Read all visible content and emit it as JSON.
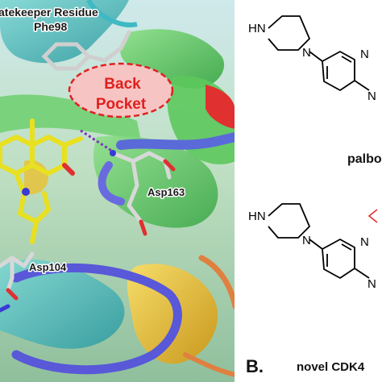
{
  "protein_panel": {
    "gatekeeper_label": "atekeeper Residue",
    "phe98_label": "Phe98",
    "back_pocket_label_line1": "Back",
    "back_pocket_label_line2": "Pocket",
    "asp163_label": "Asp163",
    "asp104_label": "Asp104",
    "colors": {
      "back_pocket_fill": "#f7c4c4",
      "back_pocket_border": "#e02020",
      "back_pocket_text": "#e0201c",
      "helix_green": "#5cc85c",
      "loop_blue": "#5a5ad8",
      "helix_cyan": "#3bb8b8",
      "helix_yellow": "#e8c23a",
      "helix_red": "#e03030",
      "ligand_yellow": "#e8e020"
    }
  },
  "chem_panel": {
    "molecule1": {
      "atoms": [
        "HN",
        "N",
        "N",
        "N"
      ]
    },
    "molecule2": {
      "atoms": [
        "HN",
        "N",
        "N",
        "N"
      ]
    },
    "palbociclib_label": "palbo",
    "panel_b_label": "B.",
    "novel_label": "novel CDK4"
  }
}
